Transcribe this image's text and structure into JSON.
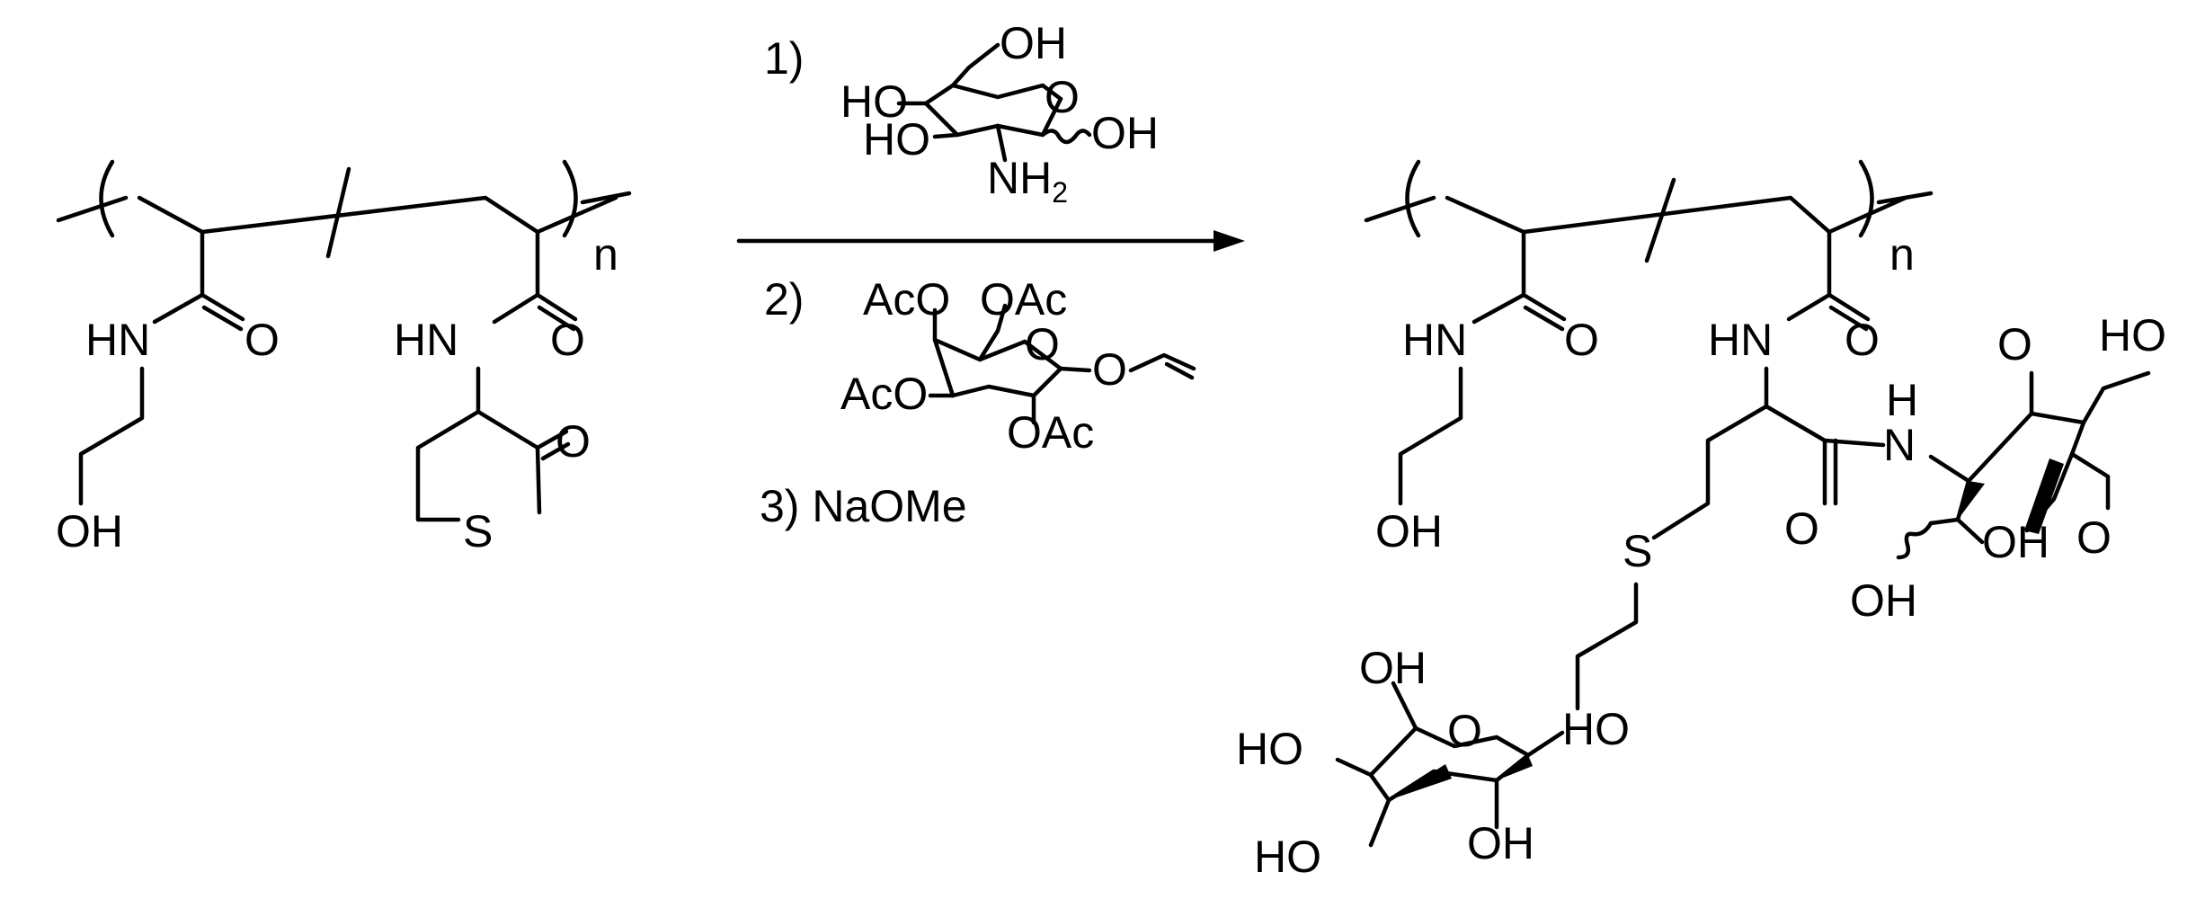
{
  "reactant": {
    "repeat_subscript": "n",
    "left_unit_labels": [
      "HN",
      "O",
      "OH"
    ],
    "right_unit_labels": [
      "HN",
      "O",
      "O",
      "S"
    ]
  },
  "conditions": {
    "step1_label": "1)",
    "step1_reagent_labels": [
      "OH",
      "HO",
      "O",
      "HO",
      "OH",
      "NH",
      "2"
    ],
    "step2_label": "2)",
    "step2_reagent_labels": [
      "AcO",
      "OAc",
      "O",
      "AcO",
      "O",
      "OAc"
    ],
    "step3_label": "3) NaOMe"
  },
  "product": {
    "repeat_subscript": "n",
    "left_unit_labels": [
      "HN",
      "O",
      "OH"
    ],
    "right_unit_labels": [
      "HN",
      "O",
      "H",
      "N",
      "O",
      "S",
      "O",
      "HO",
      "OH",
      "O",
      "OH",
      "HO"
    ],
    "galactose_labels": [
      "OH",
      "HO",
      "O",
      "HO",
      "OH"
    ]
  },
  "colors": {
    "ink": "#000000",
    "background": "#ffffff"
  }
}
